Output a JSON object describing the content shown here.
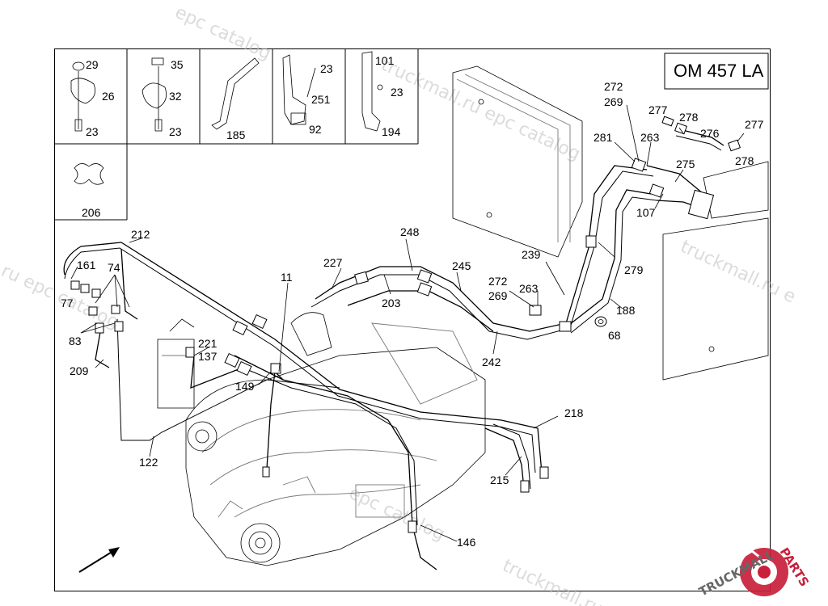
{
  "model_label": "OM 457 LA",
  "callouts": {
    "c29": "29",
    "c26": "26",
    "c23a": "23",
    "c35": "35",
    "c32": "32",
    "c23b": "23",
    "c185": "185",
    "c23c": "23",
    "c251": "251",
    "c92": "92",
    "c101": "101",
    "c23d": "23",
    "c194": "194",
    "c206": "206",
    "c272a": "272",
    "c269a": "269",
    "c277a": "277",
    "c278a": "278",
    "c276": "276",
    "c277b": "277",
    "c278b": "278",
    "c281": "281",
    "c263a": "263",
    "c275": "275",
    "c107": "107",
    "c279": "279",
    "c239": "239",
    "c272b": "272",
    "c269b": "269",
    "c263b": "263",
    "c188": "188",
    "c68": "68",
    "c248": "248",
    "c245": "245",
    "c227": "227",
    "c203": "203",
    "c242": "242",
    "c212": "212",
    "c161": "161",
    "c74": "74",
    "c77": "77",
    "c83": "83",
    "c209": "209",
    "c11": "11",
    "c221": "221",
    "c137": "137",
    "c149": "149",
    "c122": "122",
    "c218": "218",
    "c215": "215",
    "c146": "146"
  },
  "watermark": {
    "text_a": "truckmall.ru epc catalog",
    "text_b": "truckmall.ru",
    "text_c": "epc catalog",
    "text_d": "ru epc catalog",
    "text_e": "truckmall.ru e"
  },
  "logo": {
    "text_dark": "TRUCKMALL",
    "text_accent": "PARTS",
    "accent_color": "#c8203a"
  }
}
